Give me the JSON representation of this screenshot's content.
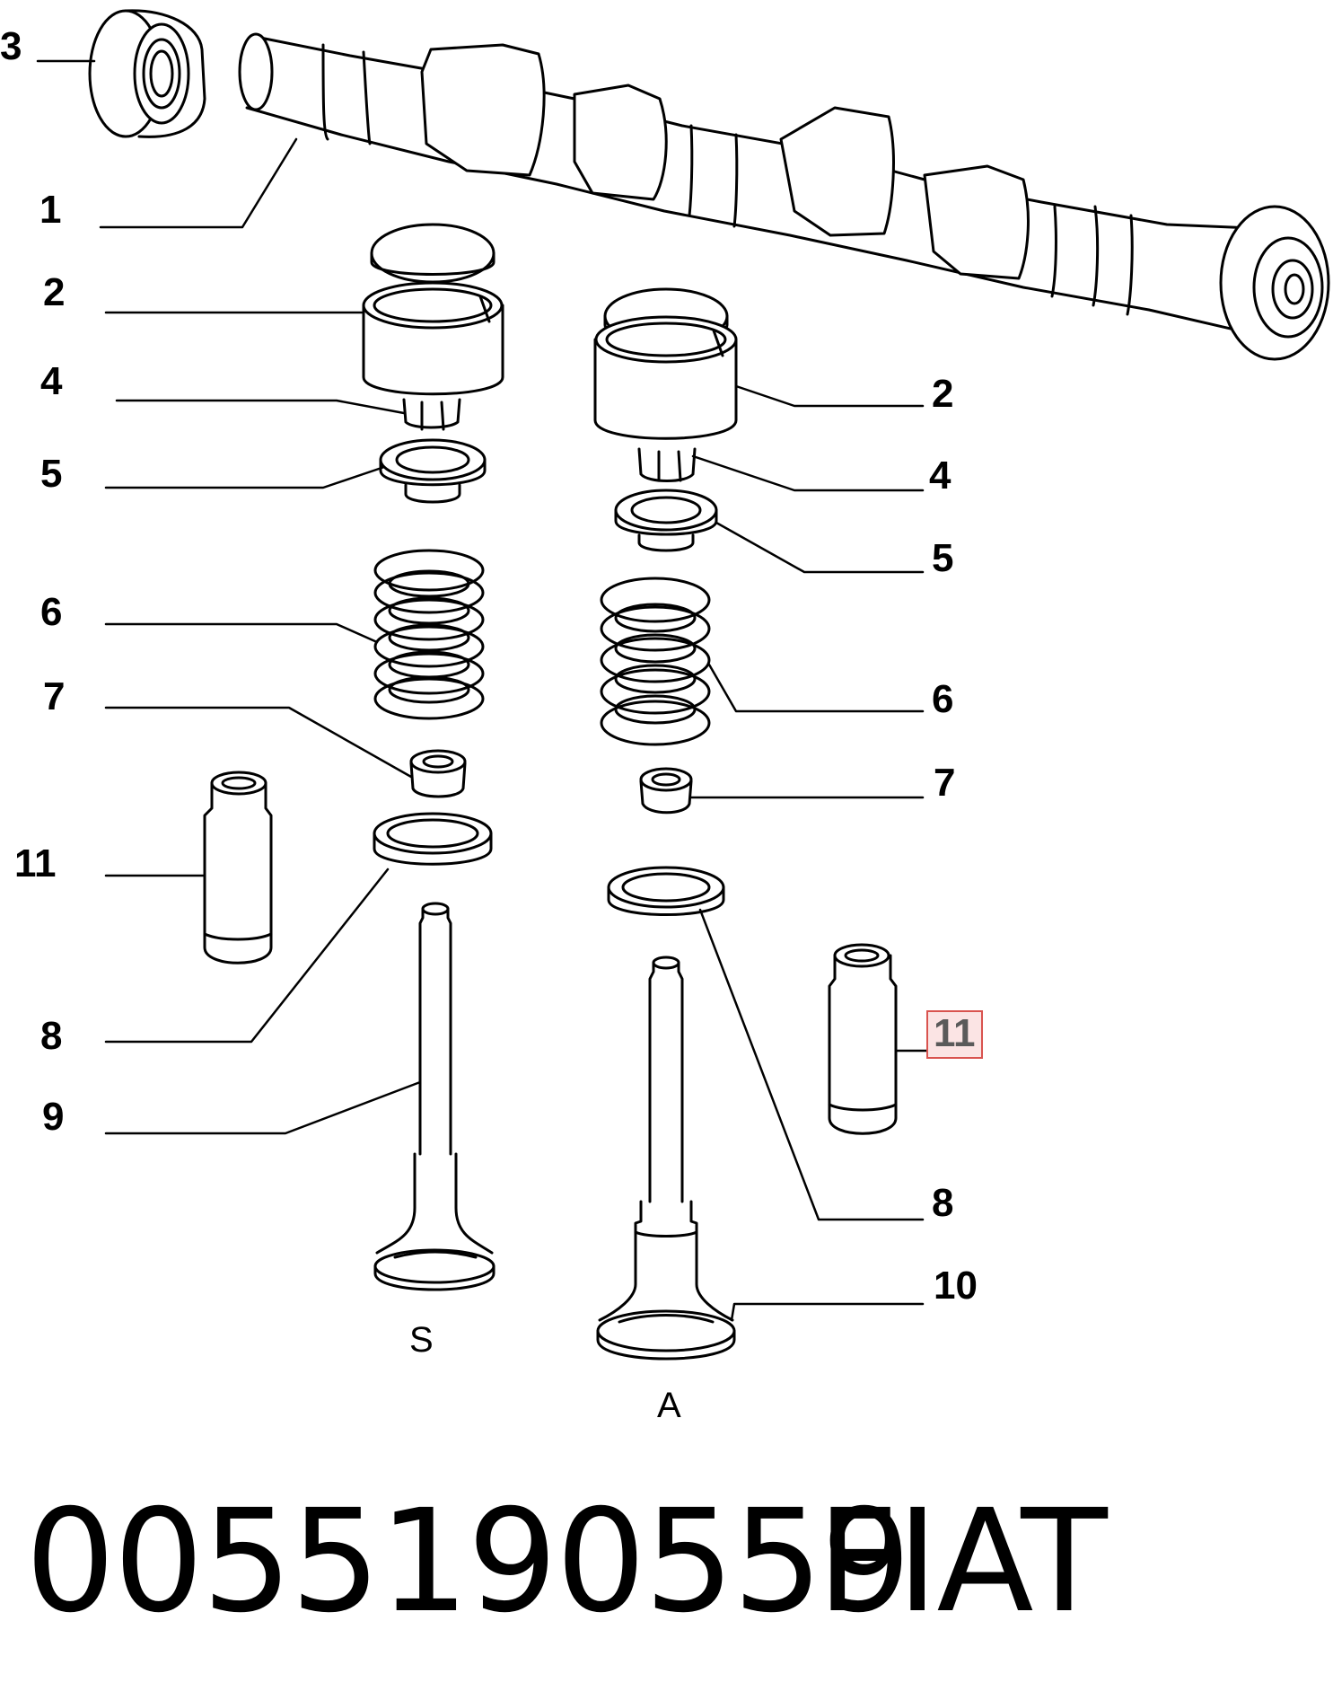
{
  "callouts": {
    "c3": "3",
    "c1": "1",
    "c2_left": "2",
    "c4_left": "4",
    "c5_left": "5",
    "c6_left": "6",
    "c7_left": "7",
    "c11_left": "11",
    "c8_left": "8",
    "c9": "9",
    "c2_right": "2",
    "c4_right": "4",
    "c5_right": "5",
    "c6_right": "6",
    "c7_right": "7",
    "c11_right": "11",
    "c8_right": "8",
    "c10": "10"
  },
  "valve_labels": {
    "intake": "S",
    "exhaust": "A"
  },
  "footer": {
    "part_number": "0055190559",
    "brand": "FIAT"
  },
  "colors": {
    "line": "#000000",
    "highlight_border": "#d9534f",
    "highlight_fill": "#fbe4e4",
    "highlight_text": "#5a5a5a"
  }
}
